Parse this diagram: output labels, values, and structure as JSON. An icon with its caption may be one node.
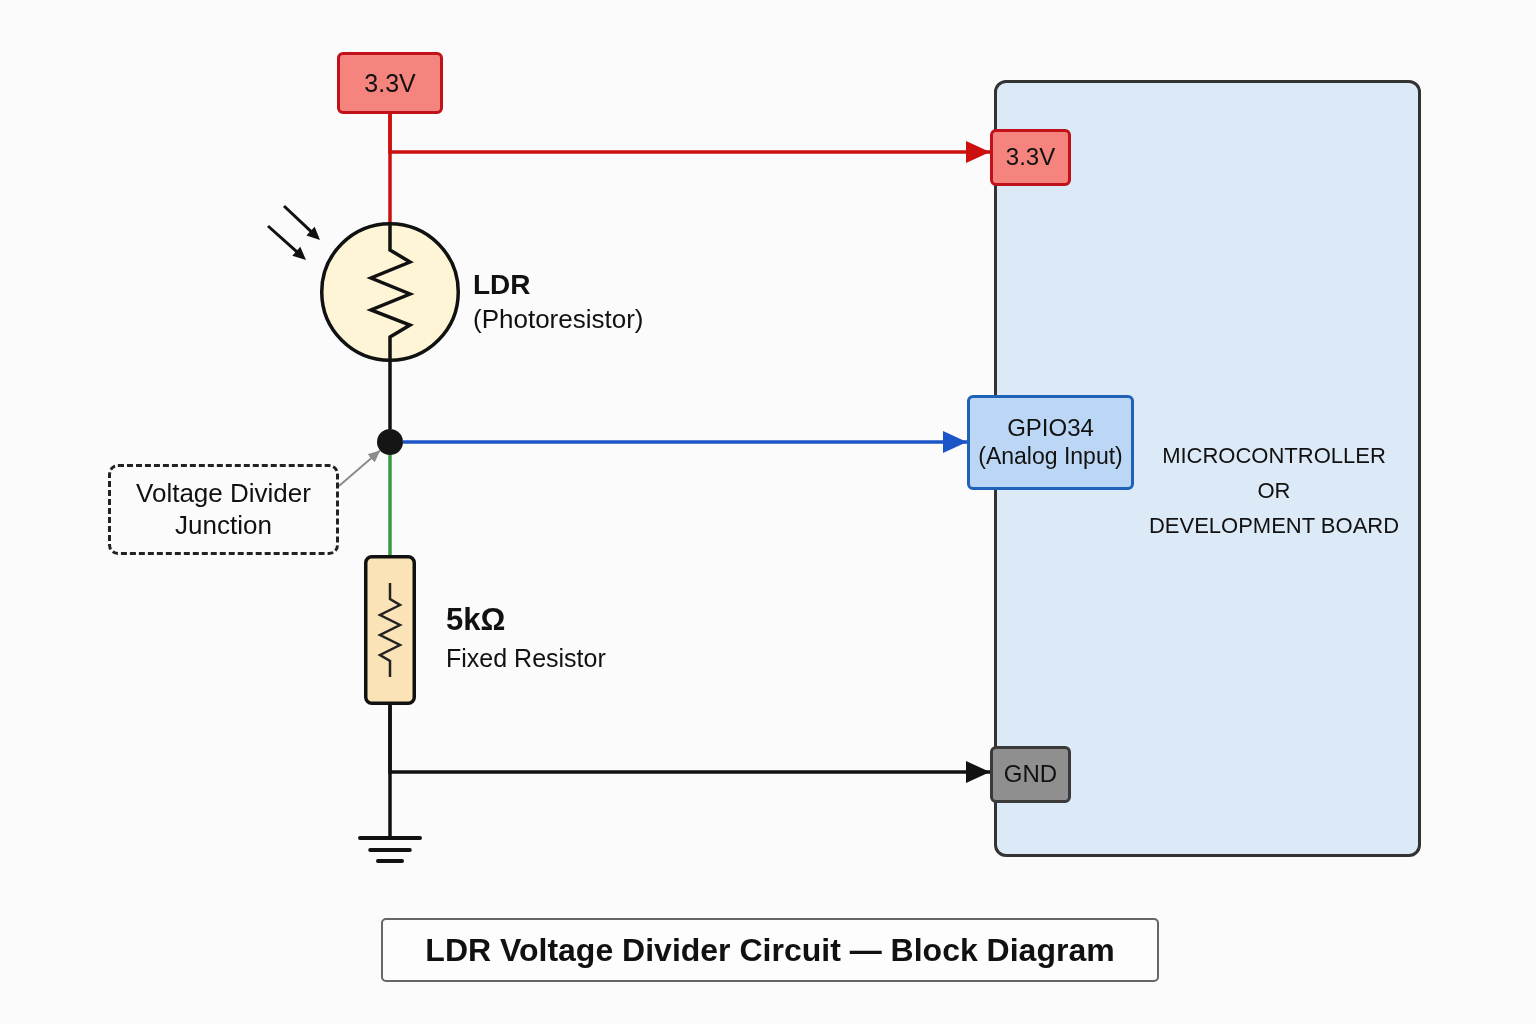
{
  "diagram": {
    "title": "LDR Voltage Divider Circuit — Block Diagram",
    "nodes": [
      {
        "text": [
          "3.3V"
        ]
      },
      {
        "text": [],
        "shape": "circle",
        "beside": [
          "LDR",
          "(Photoresistor)"
        ]
      },
      {
        "text": [],
        "shape": "circle"
      },
      {
        "text": [
          "Voltage Divider Junction"
        ]
      },
      {
        "text": [],
        "shape": "box",
        "beside": [
          "5kΩ",
          "Fixed Resistor"
        ]
      },
      {
        "text": [],
        "shape": "ground"
      },
      {
        "text": [
          "MICROCONTROLLER OR DEVELOPMENT BOARD"
        ]
      },
      {
        "text": [
          "3.3V"
        ],
        "in": 6
      },
      {
        "text": [
          "GPIO34",
          "(Analog Input)"
        ]
      },
      {
        "text": [
          "GND"
        ],
        "in": 6
      }
    ],
    "edges": [
      {
        "from": 0,
        "to": 7,
        "arrow": "to",
        "color": "#cc1010"
      },
      {
        "from": 0,
        "to": 1,
        "arrow": "none",
        "color": "#cc1010"
      },
      {
        "from": 1,
        "to": 2,
        "arrow": "none"
      },
      {
        "from": 2,
        "to": 8,
        "arrow": "to",
        "color": "#1a56c8"
      },
      {
        "from": 2,
        "to": 4,
        "arrow": "none",
        "color": "#3a9b45"
      },
      {
        "from": 4,
        "to": 5,
        "arrow": "none"
      },
      {
        "from": 4,
        "to": 9,
        "arrow": "to"
      },
      {
        "from": 3,
        "to": 2,
        "arrow": "to",
        "color": "#8c8c8c"
      }
    ]
  }
}
